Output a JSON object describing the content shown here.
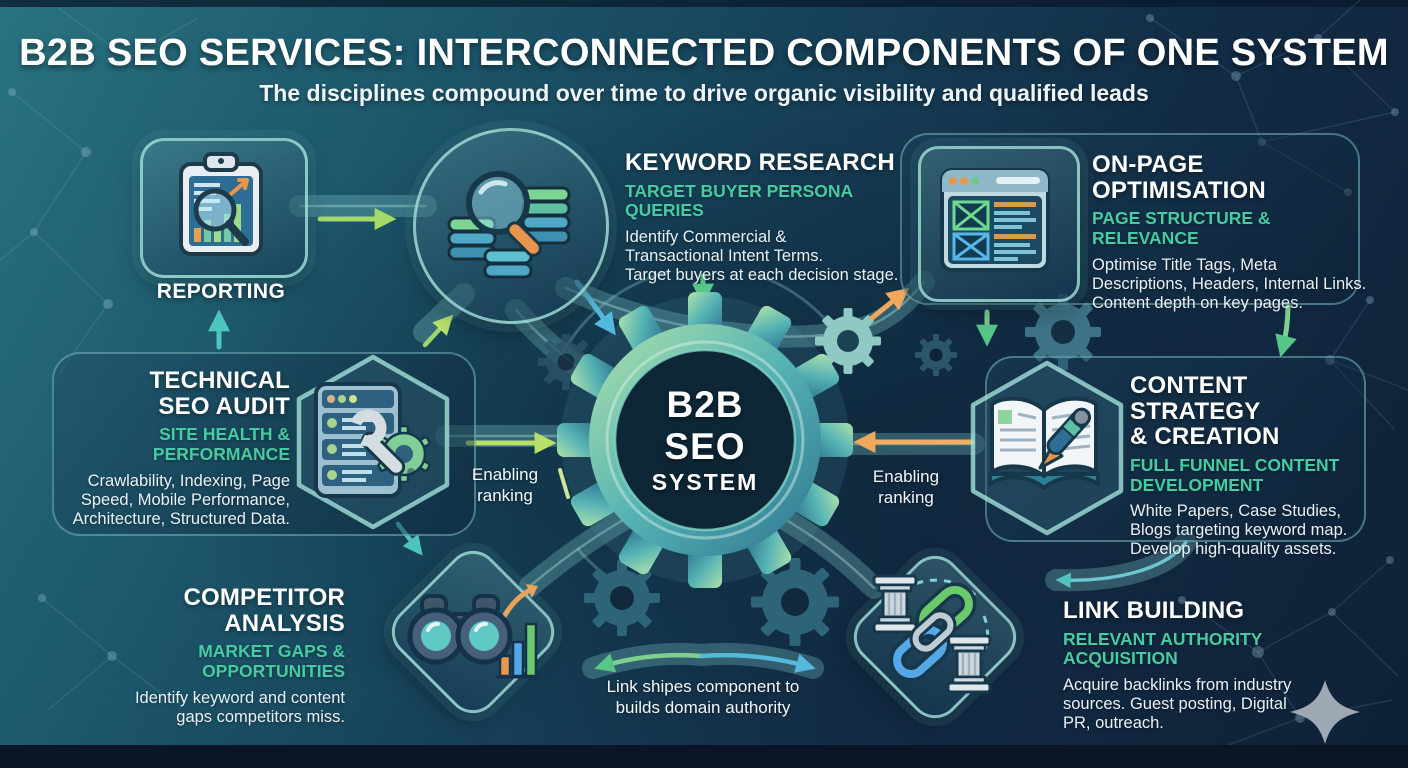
{
  "header": {
    "title": "B2B SEO SERVICES: INTERCONNECTED COMPONENTS OF ONE SYSTEM",
    "subtitle": "The disciplines compound over time to drive organic visibility and qualified leads"
  },
  "center": {
    "line1": "B2B",
    "line2": "SEO",
    "line3": "SYSTEM"
  },
  "reporting": {
    "label": "REPORTING",
    "icon": "clipboard-chart-magnifier-icon"
  },
  "components": [
    {
      "id": "keyword-research",
      "title": "KEYWORD RESEARCH",
      "subtitle": "TARGET BUYER PERSONA QUERIES",
      "body": "Identify Commercial &\nTransactional Intent Terms.\nTarget buyers at each decision stage.",
      "icon": "magnifier-data-stacks-icon"
    },
    {
      "id": "on-page-optimisation",
      "title": "ON-PAGE\nOPTIMISATION",
      "subtitle": "PAGE STRUCTURE & RELEVANCE",
      "body": "Optimise Title Tags, Meta\nDescriptions, Headers, Internal Links.\nContent depth on key pages.",
      "icon": "browser-wireframe-icon"
    },
    {
      "id": "technical-seo-audit",
      "title": "TECHNICAL\nSEO AUDIT",
      "subtitle": "SITE HEALTH &\nPERFORMANCE",
      "body": "Crawlability, Indexing, Page\nSpeed, Mobile Performance,\nArchitecture, Structured Data.",
      "icon": "server-wrench-icon"
    },
    {
      "id": "content-strategy-creation",
      "title": "CONTENT STRATEGY\n& CREATION",
      "subtitle": "FULL FUNNEL CONTENT\nDEVELOPMENT",
      "body": "White Papers, Case Studies,\nBlogs targeting keyword map.\nDevelop high-quality assets.",
      "icon": "book-pen-icon"
    },
    {
      "id": "competitor-analysis",
      "title": "COMPETITOR\nANALYSIS",
      "subtitle": "MARKET GAPS &\nOPPORTUNITIES",
      "body": "Identify keyword and content\ngaps competitors miss.",
      "icon": "binoculars-chart-icon"
    },
    {
      "id": "link-building",
      "title": "LINK BUILDING",
      "subtitle": "RELEVANT AUTHORITY\nACQUISITION",
      "body": "Acquire backlinks from industry\nsources. Guest posting, Digital\nPR, outreach.",
      "icon": "chain-pillars-icon"
    }
  ],
  "annotations": {
    "enabling_left": "Enabling\nranking",
    "enabling_right": "Enabling\nranking",
    "link_note": "Link shipes component to\nbuilds domain authority"
  },
  "colors": {
    "accent_teal": "#46cba2",
    "arrow_green": "#a5da68",
    "arrow_orange": "#f0a85c",
    "arrow_blue": "#54b9dc",
    "arrow_teal": "#4fc4bc",
    "background_navy": "#0e2036"
  }
}
